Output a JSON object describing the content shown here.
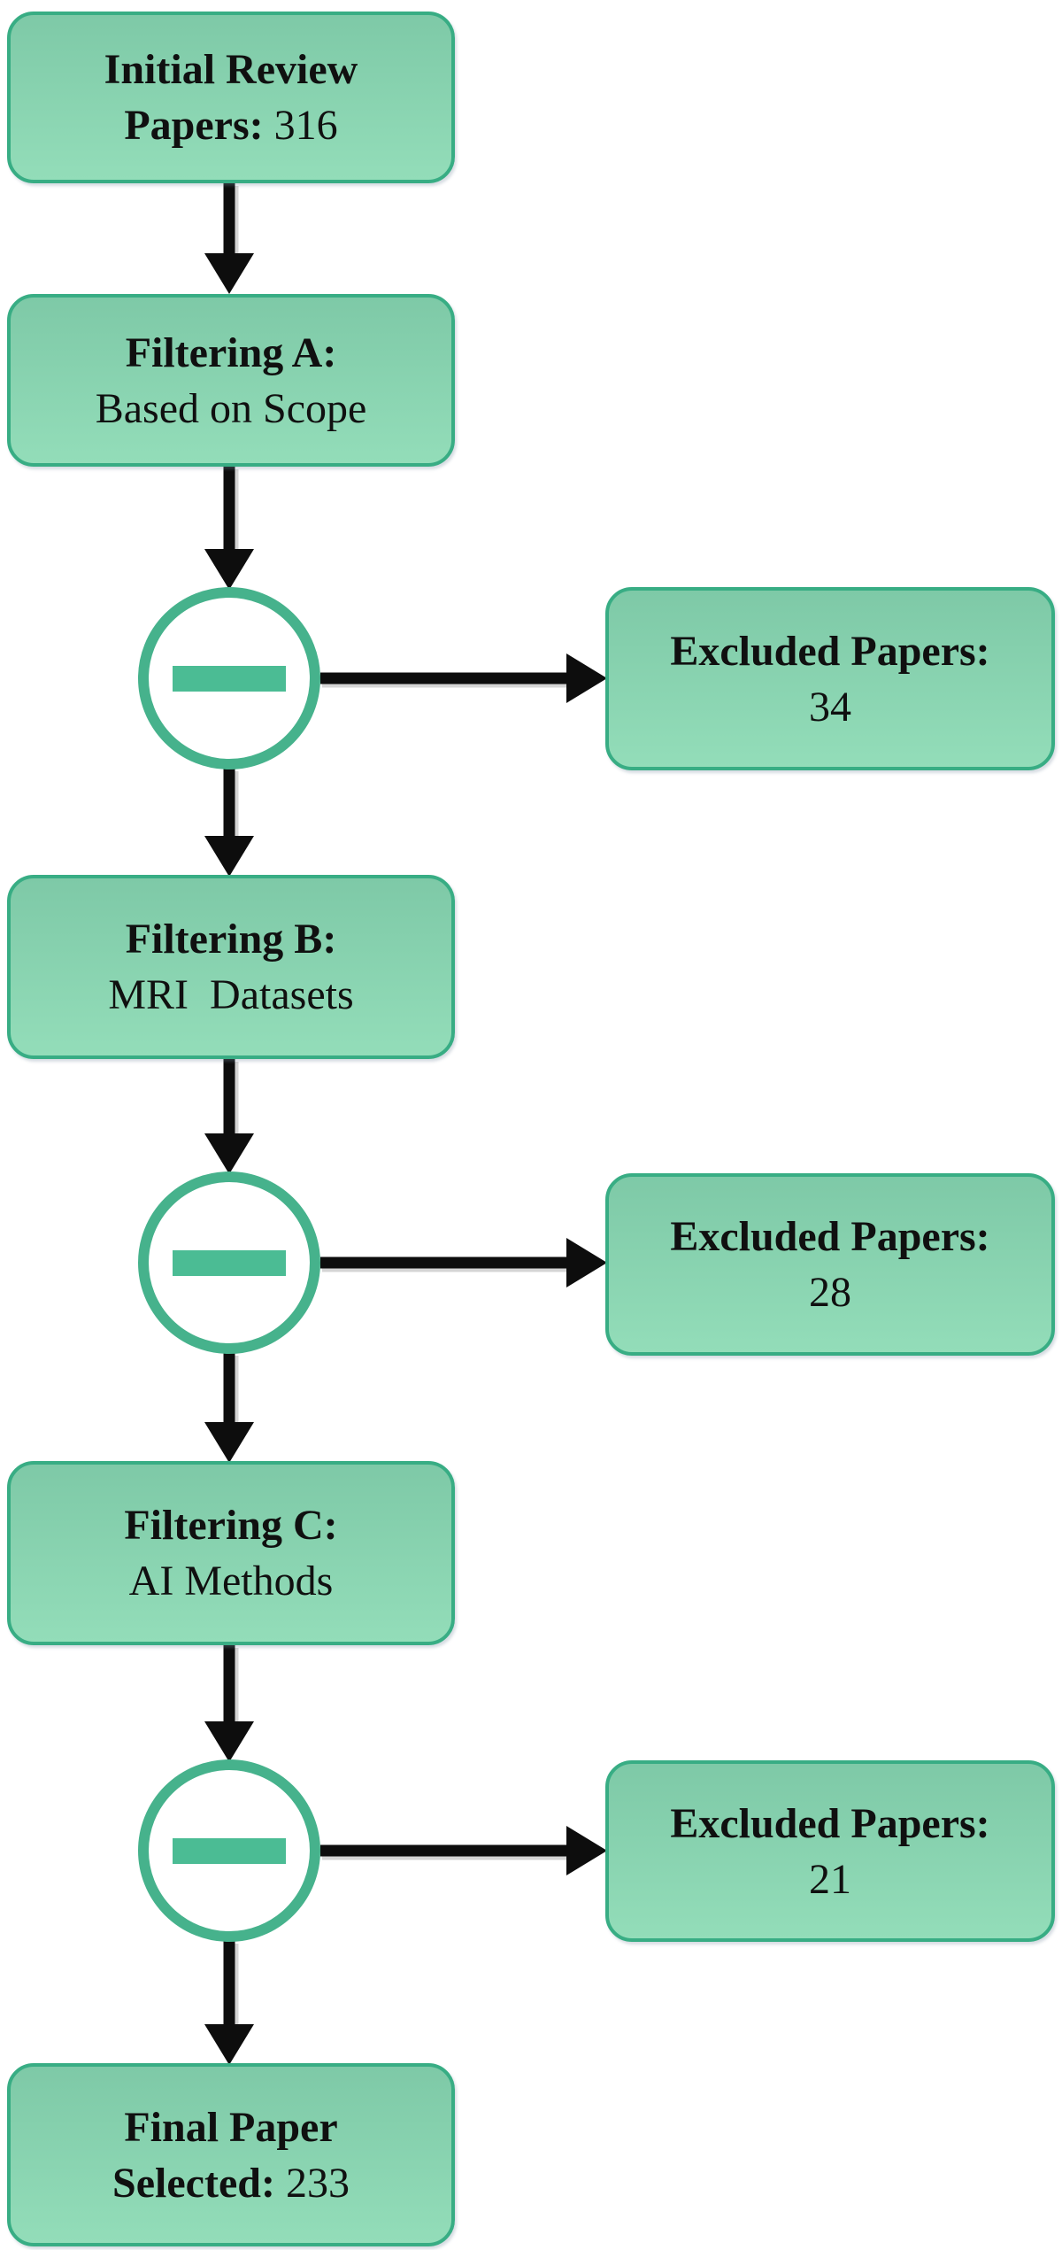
{
  "flow": {
    "nodes": {
      "initial": {
        "line1": "Initial Review",
        "line2_label": "Papers:",
        "line2_value": "316"
      },
      "filter_a": {
        "line1": "Filtering A:",
        "line2": "Based on Scope"
      },
      "filter_b": {
        "line1": "Filtering B:",
        "line2": "MRI  Datasets"
      },
      "filter_c": {
        "line1": "Filtering C:",
        "line2": "AI Methods"
      },
      "final": {
        "line1": "Final Paper",
        "line2_label": "Selected:",
        "line2_value": "233"
      }
    },
    "exclusions": [
      {
        "title": "Excluded Papers:",
        "value": "34"
      },
      {
        "title": "Excluded Papers:",
        "value": "28"
      },
      {
        "title": "Excluded Papers:",
        "value": "21"
      }
    ],
    "colors": {
      "box_fill_top": "#7ec9a7",
      "box_fill_bottom": "#93ddb9",
      "box_border": "#38ad84",
      "minus_ring": "#46b28c",
      "minus_bar": "#4bbc94",
      "arrow": "#0d0d0d",
      "text": "#101010"
    }
  }
}
